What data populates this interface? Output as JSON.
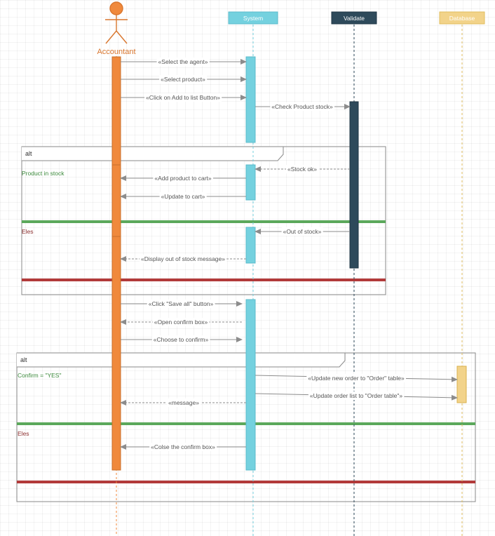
{
  "participants": {
    "accountant": {
      "label": "Accountant",
      "color": "#F0893C"
    },
    "system": {
      "label": "System",
      "color": "#74D1DF"
    },
    "validate": {
      "label": "Validate",
      "color": "#2E4A5B"
    },
    "database": {
      "label": "Database",
      "color": "#F2D38A"
    }
  },
  "messages": [
    "«Select the agent»",
    "«Select product»",
    "«Click on Add to list Button»",
    "«Check Product stock»",
    "«Stock ok»",
    "«Add product to cart»",
    "«Update to cart»",
    "«Out of stock»",
    "«Display out of stock message»",
    "«Click \"Save all\" button»",
    "«Open confirm box»",
    "«Choose to confirm»",
    "«Update new order to \"Order\" table»",
    "«Update order list to \"Order table\"»",
    "«message»",
    "«Colse the confirm box»"
  ],
  "frames": [
    {
      "tag": "alt",
      "guards": [
        "Product in stock",
        "Eles"
      ]
    },
    {
      "tag": "alt",
      "guards": [
        "Confirm = \"YES\"",
        "Eles"
      ]
    }
  ],
  "colors": {
    "guard_true": "#3C8A3C",
    "guard_false": "#8B2E2E",
    "separator_green": "#5BA85B",
    "separator_red": "#B23A3A",
    "arrow": "#8C8C8C"
  }
}
